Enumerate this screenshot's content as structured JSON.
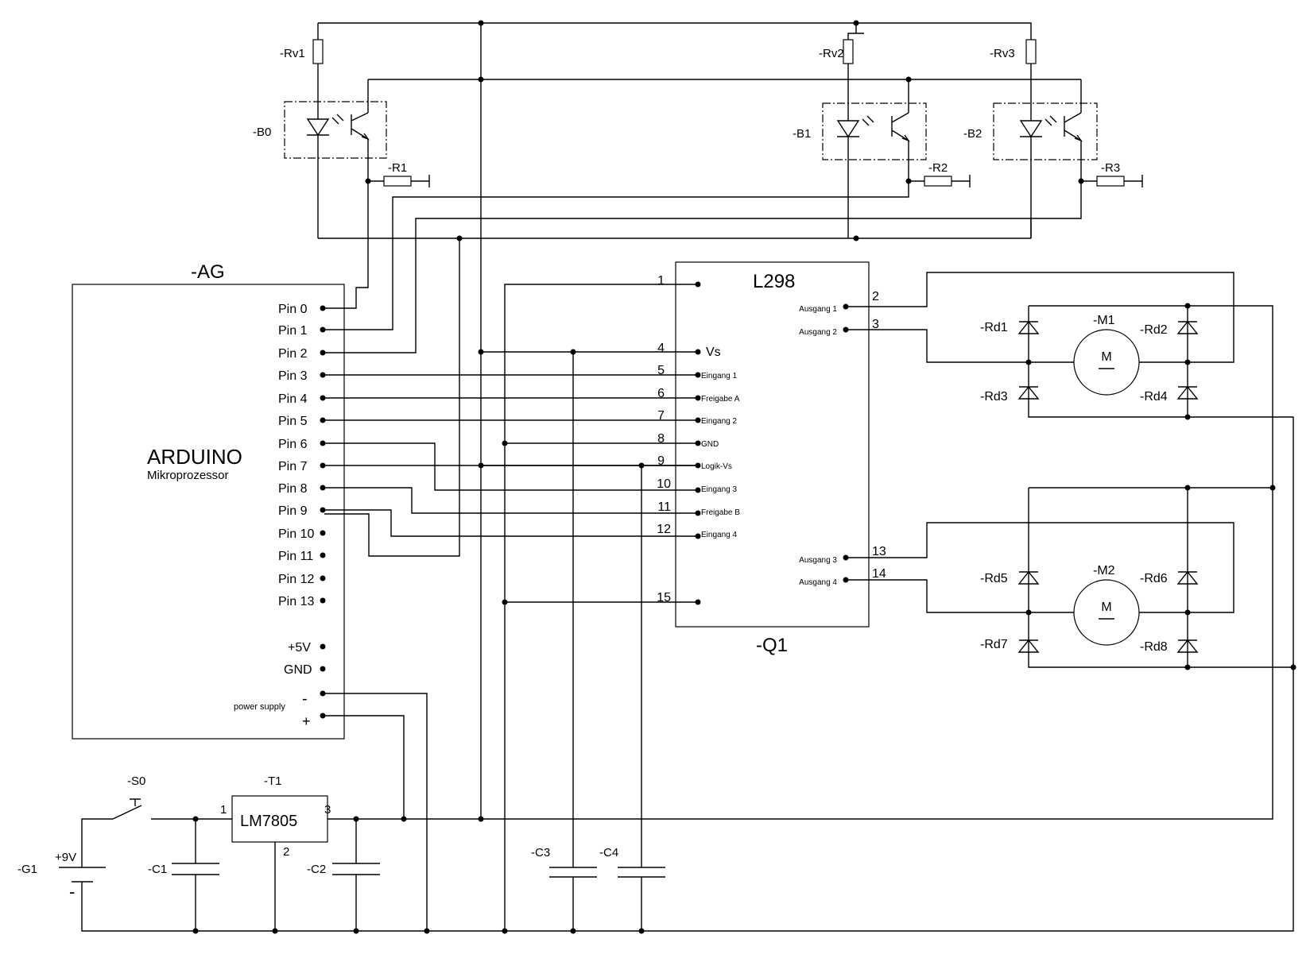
{
  "arduino": {
    "designator": "-AG",
    "title": "ARDUINO",
    "subtitle": "Mikroprozessor",
    "pins": [
      "Pin 0",
      "Pin 1",
      "Pin 2",
      "Pin 3",
      "Pin 4",
      "Pin 5",
      "Pin 6",
      "Pin 7",
      "Pin 8",
      "Pin 9",
      "Pin 10",
      "Pin 11",
      "Pin 12",
      "Pin 13"
    ],
    "plus5v": "+5V",
    "gnd": "GND",
    "power_supply": "power supply",
    "minus": "-",
    "plus": "+"
  },
  "driver": {
    "title": "L298",
    "designator": "-Q1",
    "left_pins": [
      {
        "num": "1",
        "name": ""
      },
      {
        "num": "4",
        "name": "Vs"
      },
      {
        "num": "5",
        "name": "Eingang 1"
      },
      {
        "num": "6",
        "name": "Freigabe A"
      },
      {
        "num": "7",
        "name": "Eingang 2"
      },
      {
        "num": "8",
        "name": "GND"
      },
      {
        "num": "9",
        "name": "Logik-Vs"
      },
      {
        "num": "10",
        "name": "Eingang 3"
      },
      {
        "num": "11",
        "name": "Freigabe B"
      },
      {
        "num": "12",
        "name": "Eingang 4"
      },
      {
        "num": "15",
        "name": ""
      }
    ],
    "right_pins": [
      {
        "num": "2",
        "name": "Ausgang 1"
      },
      {
        "num": "3",
        "name": "Ausgang 2"
      },
      {
        "num": "13",
        "name": "Ausgang 3"
      },
      {
        "num": "14",
        "name": "Ausgang 4"
      }
    ]
  },
  "sensors": {
    "resistors_v": [
      "-Rv1",
      "-Rv2",
      "-Rv3"
    ],
    "optocouplers": [
      "-B0",
      "-B1",
      "-B2"
    ],
    "resistors_pulldown": [
      "-R1",
      "-R2",
      "-R3"
    ]
  },
  "motors": {
    "m1": {
      "designator": "-M1",
      "symbol": "M"
    },
    "m2": {
      "designator": "-M2",
      "symbol": "M"
    },
    "diodes": [
      "-Rd1",
      "-Rd2",
      "-Rd3",
      "-Rd4",
      "-Rd5",
      "-Rd6",
      "-Rd7",
      "-Rd8"
    ]
  },
  "power": {
    "switch": "-S0",
    "regulator_designator": "-T1",
    "regulator": "LM7805",
    "reg_pin_in": "1",
    "reg_pin_gnd": "2",
    "reg_pin_out": "3",
    "battery": "-G1",
    "battery_voltage": "+9V",
    "battery_minus": "-",
    "capacitors": [
      "-C1",
      "-C2",
      "-C3",
      "-C4"
    ]
  }
}
